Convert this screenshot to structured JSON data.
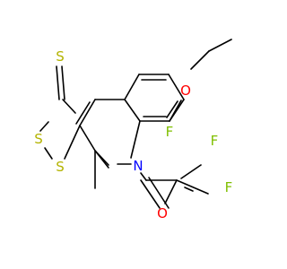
{
  "colors": {
    "bond": "#000000",
    "oxygen": "#ff0000",
    "sulfur": "#b3b300",
    "nitrogen": "#0000ff",
    "fluorine": "#7fbf00"
  },
  "atom_labels": {
    "o_ether": "O",
    "o_carbonyl": "O",
    "s_thione": "S",
    "s_upper": "S",
    "s_lower": "S",
    "n_ring": "N",
    "f_left": "F",
    "f_top": "F",
    "f_right": "F"
  }
}
